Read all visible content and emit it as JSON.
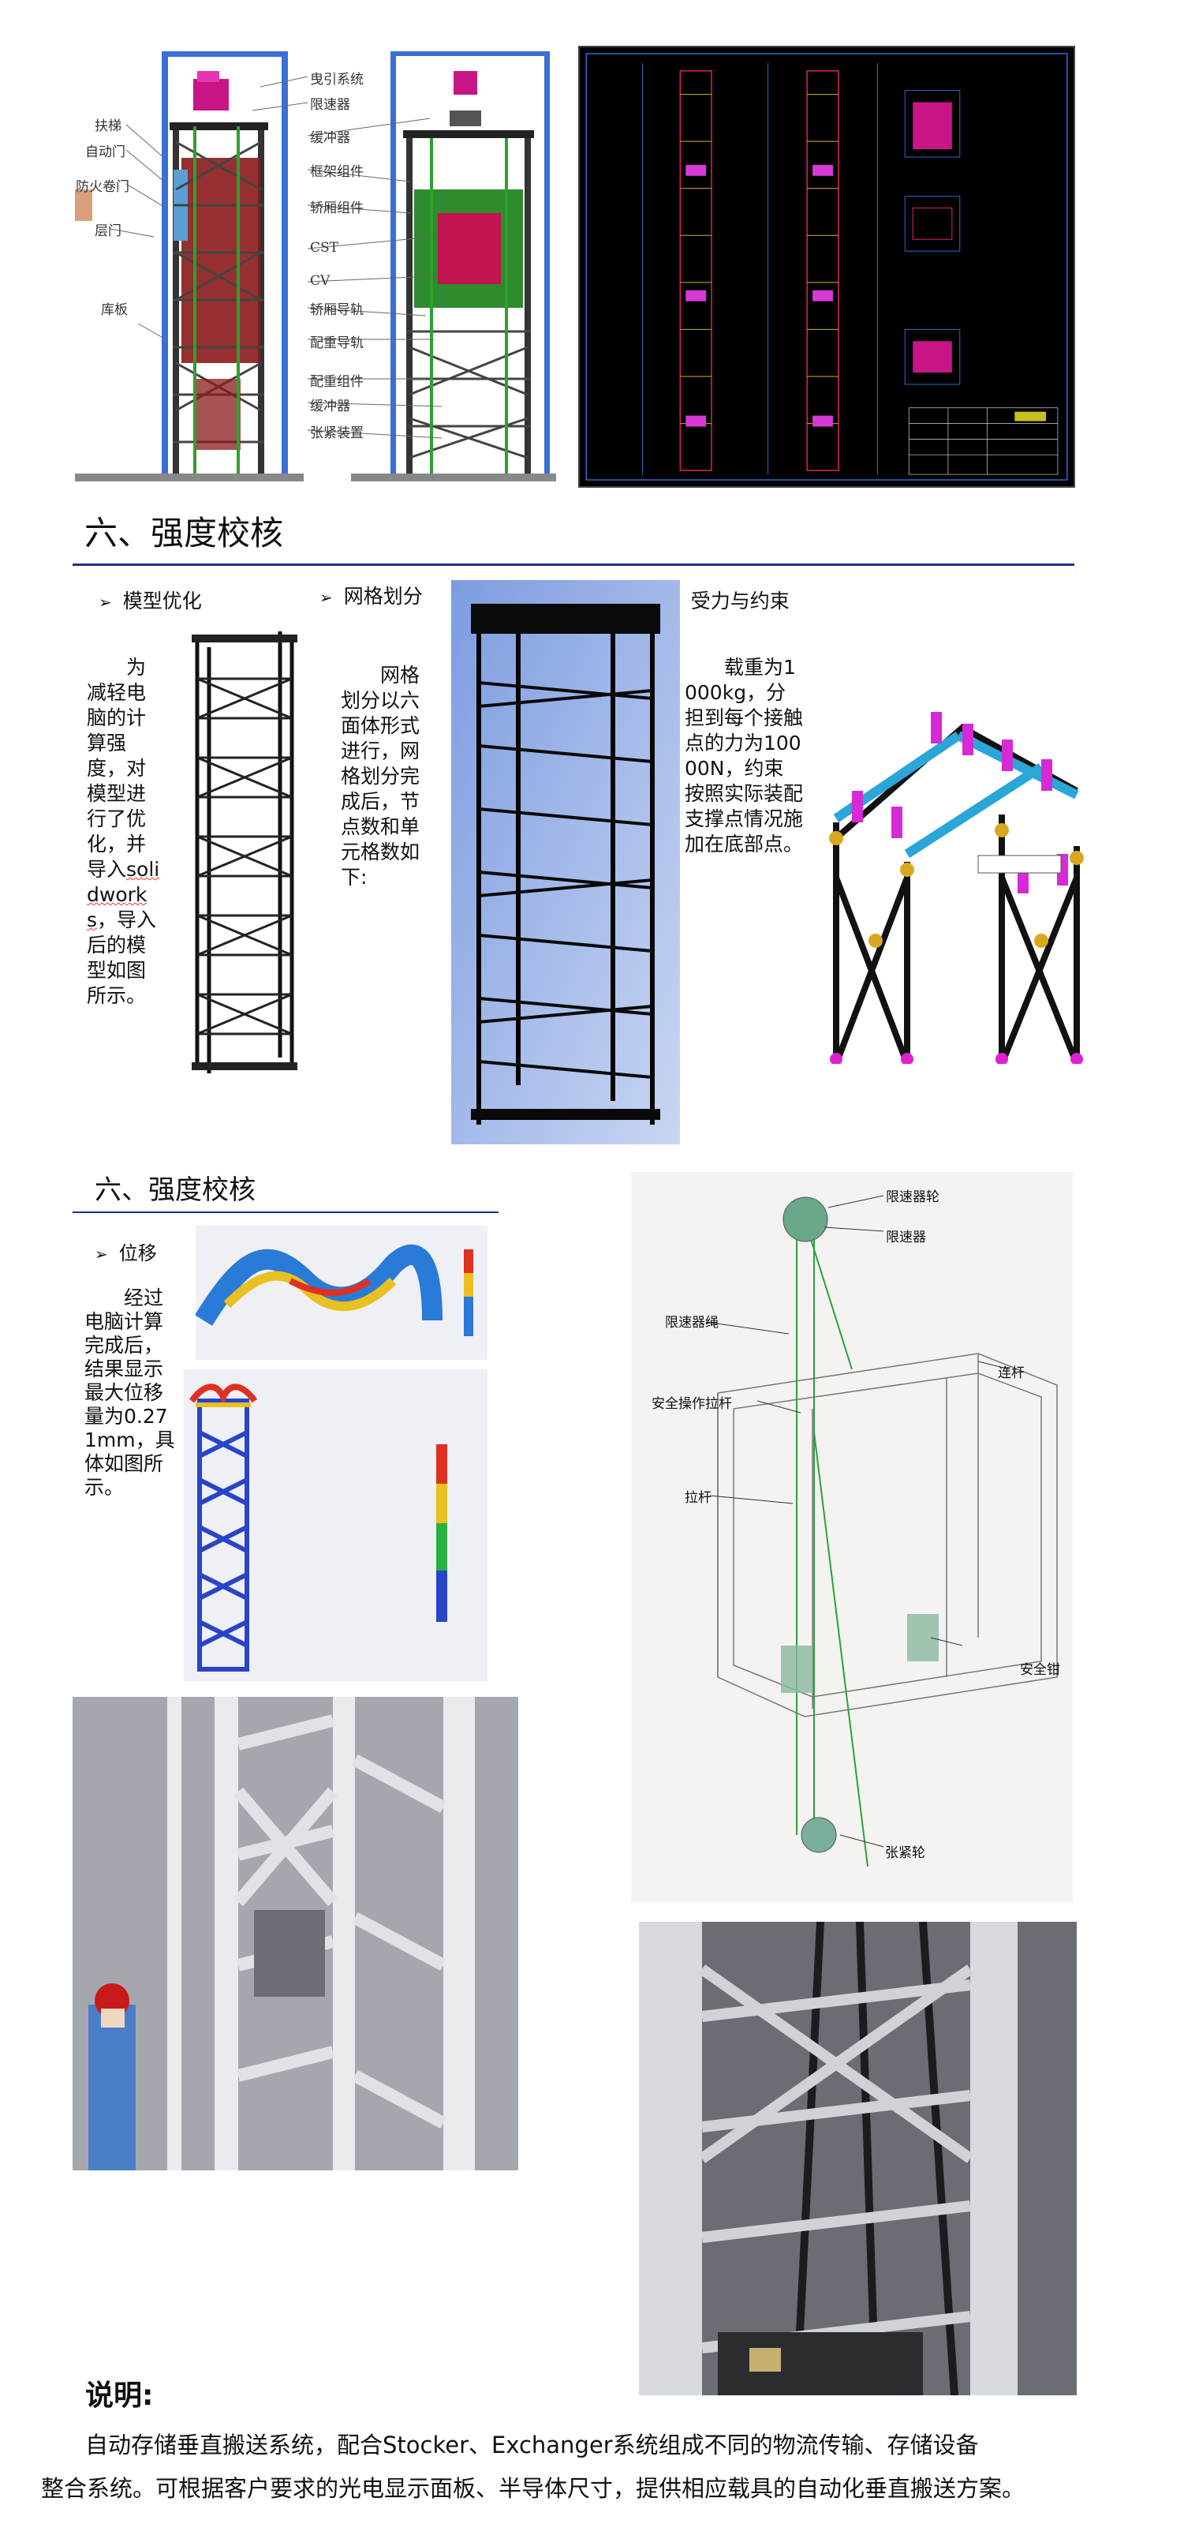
{
  "elevator_annotations": {
    "left": [
      "扶梯",
      "自动门",
      "防火卷门",
      "层门",
      "库板"
    ],
    "right": [
      "曳引系统",
      "限速器",
      "缓冲器",
      "框架组件",
      "轿厢组件",
      "CST",
      "CV",
      "轿厢导轨",
      "配重导轨",
      "配重组件",
      "缓冲器",
      "张紧装置"
    ]
  },
  "section1": {
    "title": "六、强度校核",
    "bullets": [
      "模型优化",
      "网格划分",
      "受力与约束"
    ],
    "para_model_pre": "为减轻电脑的计算强度，对模型进行了优化，并导入",
    "para_model_word": "solidworks",
    "para_model_post": "，导入后的模型如图所示。",
    "para_mesh": "网格划分以六面体形式进行，网格划分完成后，节点数和单元格数如下:",
    "para_load": "载重为1000kg，分担到每个接触点的力为10000N，约束按照实际装配支撑点情况施加在底部点。"
  },
  "section2": {
    "title": "六、强度校核",
    "bullet": "位移",
    "para": "经过电脑计算完成后，结果显示最大位移量为0.271mm，具体如图所示。"
  },
  "governor_labels": [
    "限速器轮",
    "限速器",
    "限速器绳",
    "连杆",
    "安全操作拉杆",
    "拉杆",
    "安全钳",
    "张紧轮"
  ],
  "note": {
    "title": "说明:",
    "line1": "自动存储垂直搬送系统，配合Stocker、Exchanger系统组成不同的物流传输、存储设备",
    "line2": "整合系统。可根据客户要求的光电显示面板、半导体尺寸，提供相应载具的自动化垂直搬送方案。"
  },
  "colors": {
    "rule": "#1f2d8a",
    "steel": "#1a1a1a",
    "green_frame": "#2e8b2e",
    "magenta": "#c71585",
    "cad_bg": "#000000",
    "cad_line": "#e0245e"
  }
}
